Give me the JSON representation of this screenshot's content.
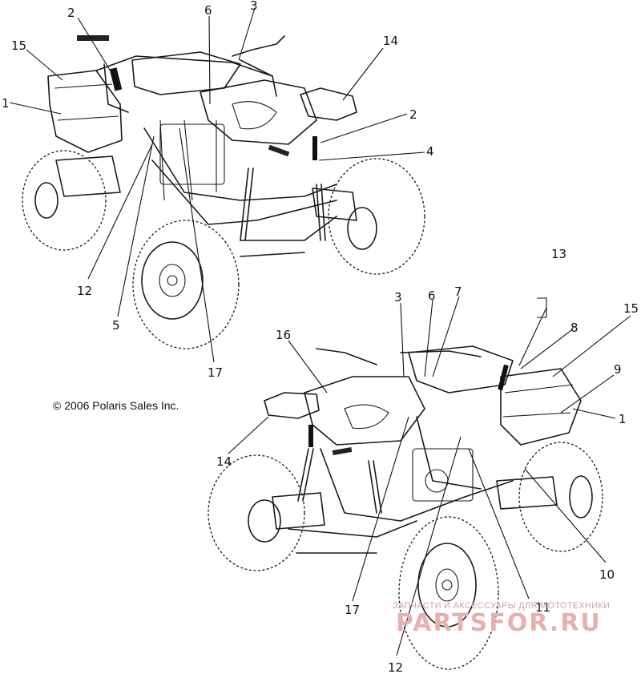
{
  "copyright": "© 2006 Polaris Sales Inc.",
  "watermark": {
    "tagline": "ЗАПЧАСТИ И АКСЕССУАРЫ ДЛЯ МОТОТЕХНИКИ",
    "logo": "PARTSFOR.RU",
    "color": "#e6b0b0"
  },
  "callouts_top": [
    {
      "id": "c1",
      "label": "2"
    },
    {
      "id": "c2",
      "label": "6"
    },
    {
      "id": "c3",
      "label": "3"
    },
    {
      "id": "c4",
      "label": "15"
    },
    {
      "id": "c5",
      "label": "14"
    },
    {
      "id": "c6",
      "label": "1"
    },
    {
      "id": "c7",
      "label": "2"
    },
    {
      "id": "c8",
      "label": "4"
    },
    {
      "id": "c9",
      "label": "12"
    },
    {
      "id": "c10",
      "label": "5"
    },
    {
      "id": "c11",
      "label": "17"
    }
  ],
  "callouts_bottom": [
    {
      "id": "d1",
      "label": "13"
    },
    {
      "id": "d2",
      "label": "3"
    },
    {
      "id": "d3",
      "label": "6"
    },
    {
      "id": "d4",
      "label": "7"
    },
    {
      "id": "d5",
      "label": "15"
    },
    {
      "id": "d6",
      "label": "8"
    },
    {
      "id": "d7",
      "label": "16"
    },
    {
      "id": "d8",
      "label": "9"
    },
    {
      "id": "d9",
      "label": "1"
    },
    {
      "id": "d10",
      "label": "14"
    },
    {
      "id": "d11",
      "label": "10"
    },
    {
      "id": "d12",
      "label": "17"
    },
    {
      "id": "d13",
      "label": "11"
    },
    {
      "id": "d14",
      "label": "12"
    }
  ]
}
